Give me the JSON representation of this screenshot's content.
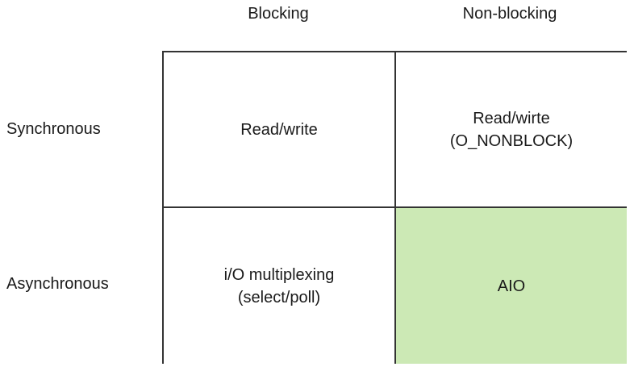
{
  "columns": {
    "blocking": "Blocking",
    "nonblocking": "Non-blocking"
  },
  "rows": {
    "synchronous": "Synchronous",
    "asynchronous": "Asynchronous"
  },
  "cells": {
    "sync_blocking": {
      "line1": "Read/write"
    },
    "sync_nonblocking": {
      "line1": "Read/wirte",
      "line2": "(O_NONBLOCK)"
    },
    "async_blocking": {
      "line1": "i/O multiplexing",
      "line2": "(select/poll)"
    },
    "async_nonblocking": {
      "line1": "AIO"
    }
  },
  "colors": {
    "highlight": "#cce9b5",
    "border": "#333333"
  }
}
